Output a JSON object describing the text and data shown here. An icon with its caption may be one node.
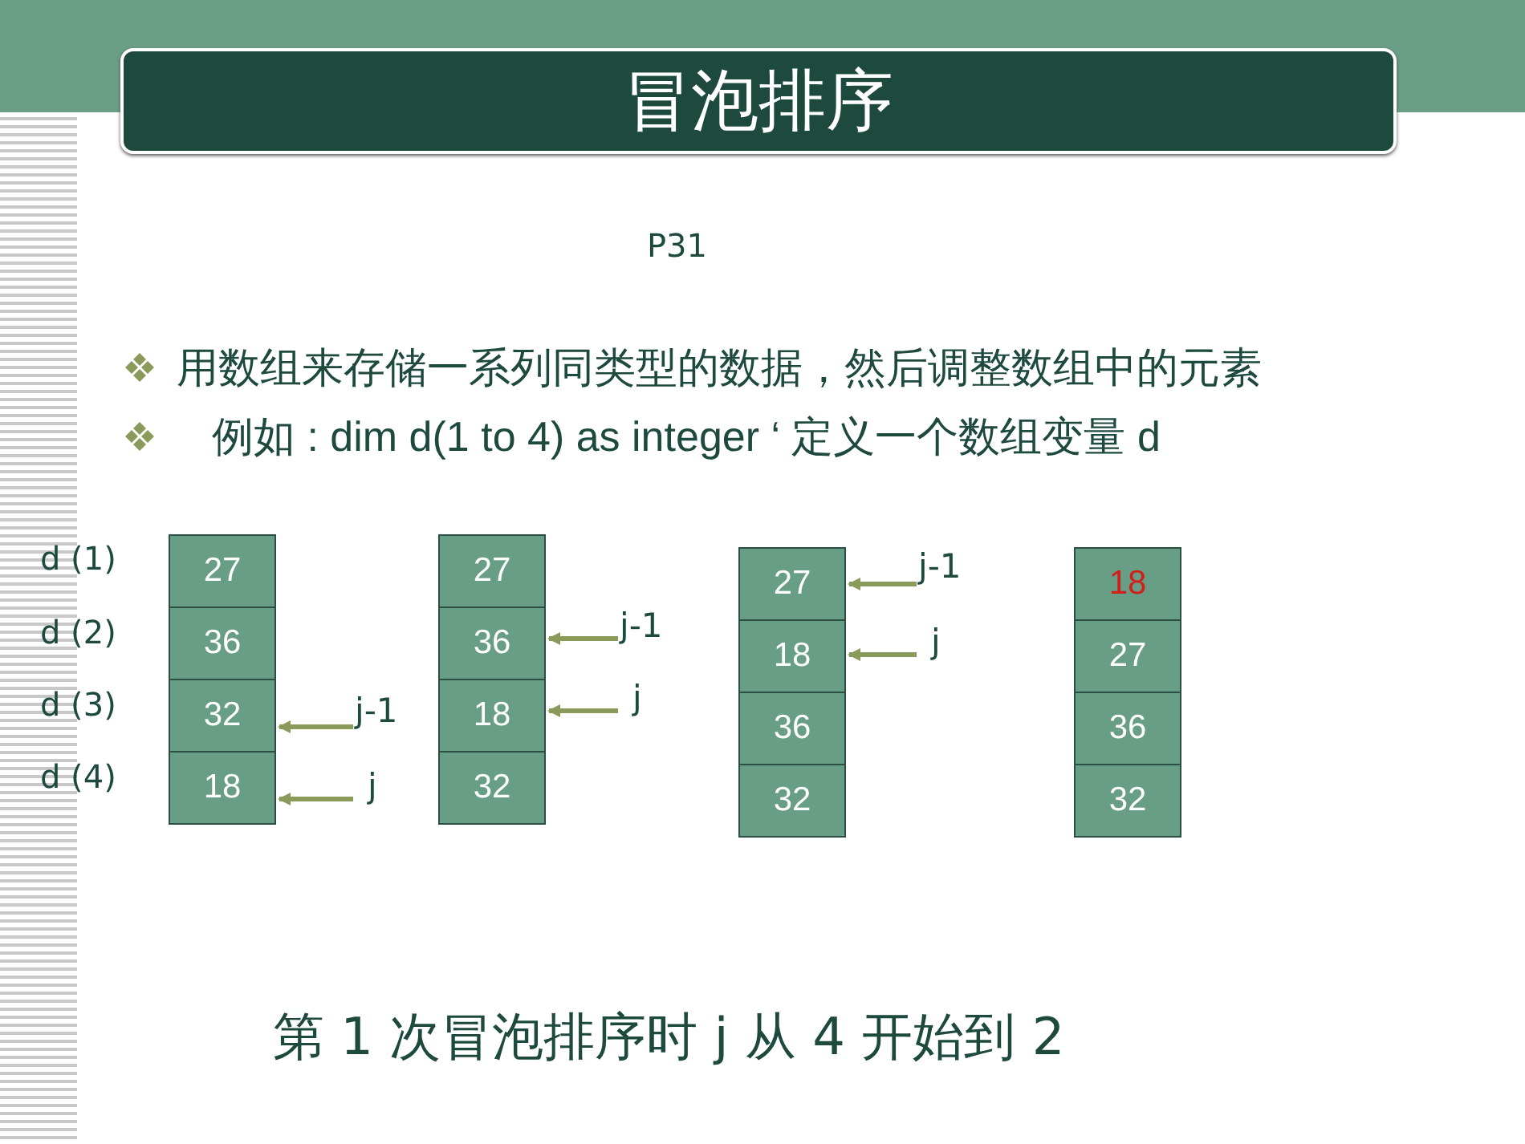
{
  "diagram": {
    "title": "冒泡排序",
    "caption": "第 1 次冒泡排序时 j 从 4 开始到 2",
    "nodes": [
      {
        "text": [
          "27"
        ]
      },
      {
        "text": [
          "36"
        ]
      },
      {
        "text": [
          "32"
        ]
      },
      {
        "text": [
          "18"
        ]
      },
      {
        "text": [
          "27"
        ]
      },
      {
        "text": [
          "36"
        ]
      },
      {
        "text": [
          "18"
        ]
      },
      {
        "text": [
          "32"
        ]
      },
      {
        "text": [
          "27"
        ]
      },
      {
        "text": [
          "18"
        ]
      },
      {
        "text": [
          "36"
        ]
      },
      {
        "text": [
          "32"
        ]
      },
      {
        "text": [
          "18"
        ]
      },
      {
        "text": [
          "27"
        ]
      },
      {
        "text": [
          "36"
        ]
      },
      {
        "text": [
          "32"
        ]
      },
      {
        "text": [
          "j-1"
        ]
      },
      {
        "text": [
          "j"
        ]
      },
      {
        "text": [
          "j-1"
        ]
      },
      {
        "text": [
          "j"
        ]
      },
      {
        "text": [
          "j-1"
        ]
      },
      {
        "text": [
          "j"
        ]
      }
    ],
    "edges": [
      {
        "from": 16,
        "to": 2,
        "arrow": "to"
      },
      {
        "from": 17,
        "to": 3,
        "arrow": "to"
      },
      {
        "from": 18,
        "to": 5,
        "arrow": "to"
      },
      {
        "from": 19,
        "to": 6,
        "arrow": "to"
      },
      {
        "from": 20,
        "to": 8,
        "arrow": "to"
      },
      {
        "from": 21,
        "to": 9,
        "arrow": "to"
      }
    ],
    "labels": [
      "P31",
      "用数组来存储一系列同类型的数据，然后调整数组中的元素",
      "例如 : dim d(1 to 4) as integer ‘ 定义一个数组变量 d",
      "d (1)",
      "d (2)",
      "d (3)",
      "d (4)"
    ]
  }
}
